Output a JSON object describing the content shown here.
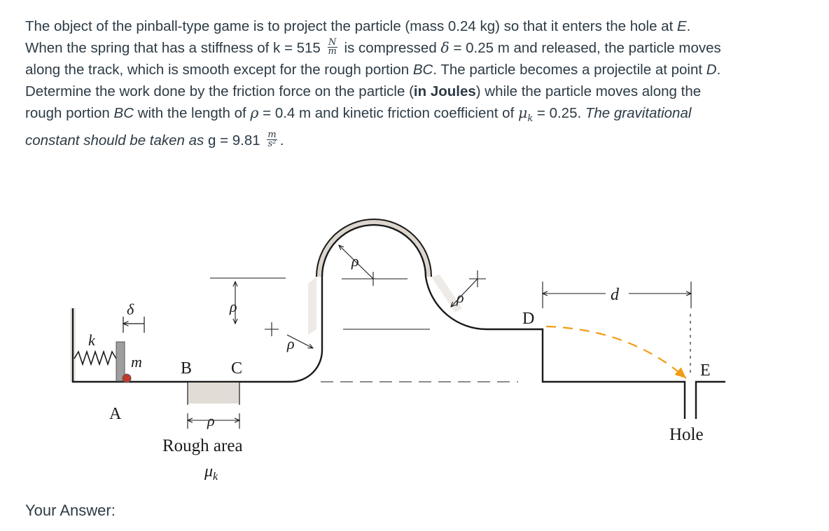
{
  "question": {
    "p1": "The object of the pinball-type game is to project the particle (mass 0.24 kg) so that it enters the hole at ",
    "e": "E",
    "p2": ". When the spring that has a stiffness of k = 515 ",
    "unit_num": "N",
    "unit_den": "m",
    "p3": " is compressed ",
    "delta": "δ",
    "p4": " = 0.25 m and released, the particle moves along the track, which is smooth except for the rough portion ",
    "bc1": "BC",
    "p5": ". The particle becomes a projectile at point ",
    "d": "D",
    "p6": ". Determine the work done by the friction force on the particle (",
    "bold": "in Joules",
    "p7": ") while the particle moves along the rough portion ",
    "bc2": "BC",
    "p8": " with the length of ",
    "rho": "ρ",
    "p9": " = 0.4 m and kinetic friction coefficient of ",
    "mu": "μ",
    "mu_sub": "k",
    "p10": " = 0.25. ",
    "italic": "The gravitational constant should be taken as",
    "p11": " g = 9.81 ",
    "g_num": "m",
    "g_den": "s²",
    "p12": "."
  },
  "figure": {
    "label_k": "k",
    "label_delta": "δ",
    "label_m": "m",
    "label_A": "A",
    "label_B": "B",
    "label_C": "C",
    "label_rho_vert": "ρ",
    "label_rho_arc1": "ρ",
    "label_rho_loop": "ρ",
    "label_rho_arc2": "ρ",
    "label_rho_rough": "ρ",
    "label_rough_area": "Rough area",
    "label_mu": "μ",
    "label_mu_sub": "k",
    "label_D": "D",
    "label_d": "d",
    "label_E": "E",
    "label_hole": "Hole",
    "colors": {
      "track": "#1a1a1a",
      "wall_shade": "#cfc4bb",
      "plunger": "#9e9e9e",
      "ball": "#c0392b",
      "trajectory": "#f39c12",
      "rough": "#d9d4cc"
    }
  },
  "answer": {
    "label": "Your Answer:"
  }
}
